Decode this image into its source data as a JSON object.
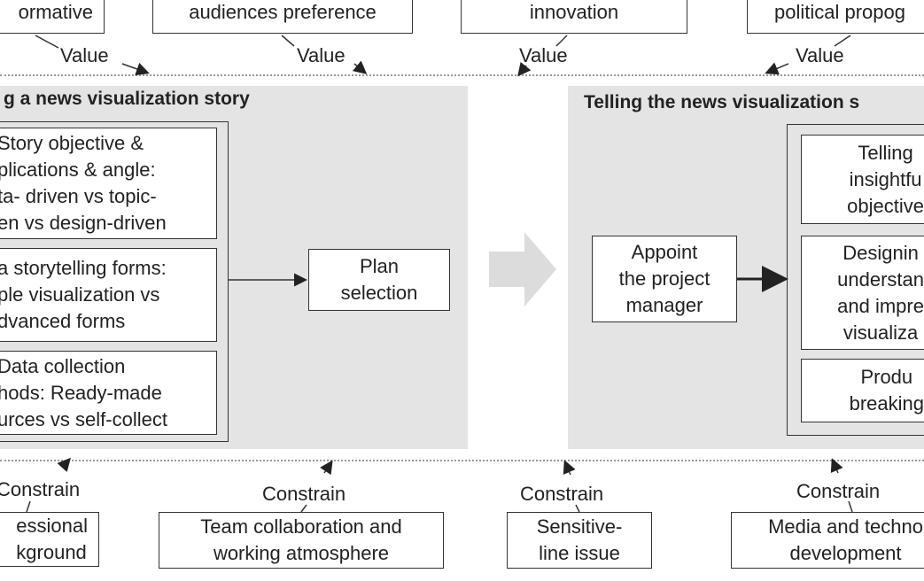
{
  "top_boxes": [
    {
      "text": "ormative"
    },
    {
      "text": "audiences preference"
    },
    {
      "text": "innovation"
    },
    {
      "text": "political propog"
    }
  ],
  "value_label": "Value",
  "constrain_label": "Constrain",
  "left_panel": {
    "title": "g a news visualization story",
    "boxes": [
      {
        "text": "Story objective &\nplications & angle:\nta- driven vs topic-\nen vs design-driven"
      },
      {
        "text": "a storytelling forms:\nple visualization vs\ndvanced forms"
      },
      {
        "text": "Data collection\nhods:  Ready-made\nurces vs self-collect"
      }
    ],
    "plan_box": "Plan\nselection"
  },
  "right_panel": {
    "title": "Telling the news visualization s",
    "manager_box": "Appoint\nthe project\nmanager",
    "boxes": [
      {
        "text": "Telling\ninsightfu\nobjective"
      },
      {
        "text": "Designin\nunderstan\nand impre\nvisualiza"
      },
      {
        "text": "Produ\nbreaking"
      }
    ]
  },
  "bottom_boxes": [
    {
      "text": "essional\nkground"
    },
    {
      "text": "Team collaboration and\nworking atmosphere"
    },
    {
      "text": "Sensitive-\nline issue"
    },
    {
      "text": "Media and techno\ndevelopment"
    }
  ]
}
